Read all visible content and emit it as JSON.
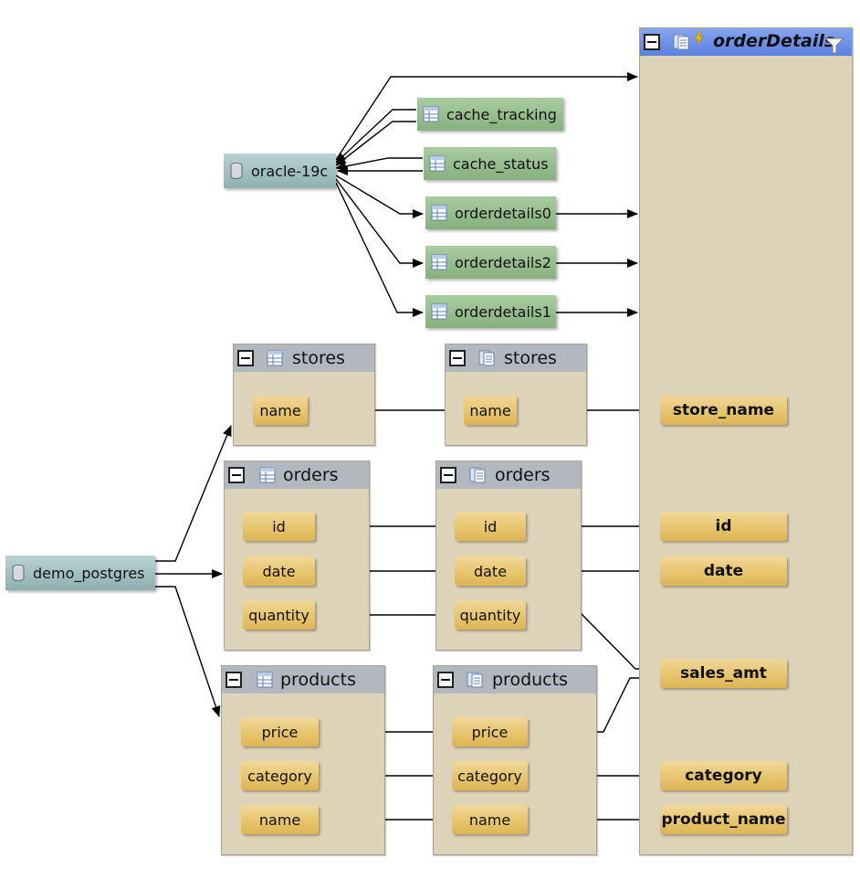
{
  "datasources": {
    "oracle": {
      "label": "oracle-19c"
    },
    "postgres": {
      "label": "demo_postgres"
    }
  },
  "oracle_tables": [
    "cache_tracking",
    "cache_status",
    "orderdetails0",
    "orderdetails2",
    "orderdetails1"
  ],
  "target": {
    "title": "orderDetails",
    "fields": [
      "store_name",
      "id",
      "date",
      "sales_amt",
      "category",
      "product_name"
    ]
  },
  "source_tables": {
    "stores": {
      "title": "stores",
      "fields": [
        "name"
      ]
    },
    "orders": {
      "title": "orders",
      "fields": [
        "id",
        "date",
        "quantity"
      ]
    },
    "products": {
      "title": "products",
      "fields": [
        "price",
        "category",
        "name"
      ]
    }
  },
  "view_tables": {
    "stores": {
      "title": "stores",
      "fields": [
        "name"
      ]
    },
    "orders": {
      "title": "orders",
      "fields": [
        "id",
        "date",
        "quantity"
      ]
    },
    "products": {
      "title": "products",
      "fields": [
        "price",
        "category",
        "name"
      ]
    }
  },
  "colors": {
    "target_header": "#6b8fe8",
    "panel": "#ddd3b8",
    "field": "#e7c56d",
    "table_node": "#93b88a",
    "datasource": "#a2c0c0"
  },
  "icons": [
    "collapse-icon",
    "table-icon",
    "view-icon",
    "lightning-icon",
    "filter-icon",
    "database-icon"
  ]
}
